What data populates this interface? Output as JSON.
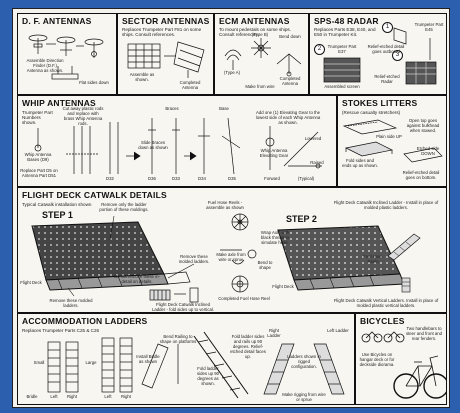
{
  "df": {
    "title": "D. F. ANTENNAS",
    "cap1": "Assemble Direction Finder (D.F.) Antenna as shown.",
    "cap2": "Flat sides down"
  },
  "sector": {
    "title": "SECTOR ANTENNAS",
    "sub": "Replaces Trumpeter Part F81 on some ships. Consult references.",
    "cap1": "Assemble as shown.",
    "cap2": "Completed Antenna"
  },
  "ecm": {
    "title": "ECM ANTENNAS",
    "sub": "To mount pedestals on some ships. Consult references.",
    "typeB": "(Type B)",
    "typeA": "(Type A)",
    "bend": "Bend down",
    "completed": "Completed Antenna",
    "make": "Make from wire"
  },
  "sps": {
    "title": "SPS-48 RADAR",
    "sub": "Replaces Parts E38, E40, and E50 in Trumpeter Kit.",
    "trump1": "Trumpeter Part E37",
    "trump2": "Trumpeter Part E45",
    "etched": "Relief-etched detail goes outboard",
    "radar": "Relief-etched Radar",
    "assembled": "Assembled screen",
    "n1": "1",
    "n2": "2",
    "n3": "3"
  },
  "whip": {
    "title": "WHIP ANTENNAS",
    "trump": "Trumpeter Part Numbers shown.",
    "cut": "Cut away plastic rods and replace with brass Whip Antenna rods.",
    "bases": "Whip Antenna Bases (D9)",
    "replace": "Replace Part D5 on Antenna Part D51",
    "slide": "Slide Braces down as shown",
    "add": "Add one (1) Elevating Gear to the lowest side of each Whip Antenna as shown.",
    "gear": "Whip Antenna Elevating Gear",
    "lowered": "Lowered",
    "raised": "Raised",
    "forward": "Forward",
    "typical": "(Typical)",
    "braces": "Braces",
    "base": "Base",
    "p1": "D32",
    "p2": "D33",
    "p3": "D34",
    "p4": "D35",
    "p5": "D36"
  },
  "stokes": {
    "title": "STOKES LITTERS",
    "sub": "(Rescue casualty stretchers)",
    "cap1": "Open top goes against bulkhead when stowed.",
    "cap2": "Fold sides and ends up as shown.",
    "cap3": "Relief-etched detail goes on bottom.",
    "side": "Plain side UP",
    "etch": "Etched side DOWN"
  },
  "catwalk": {
    "title": "FLIGHT DECK CATWALK DETAILS",
    "sub": "Typical Catwalk installation shown",
    "step1": "STEP 1",
    "step2": "STEP 2",
    "remove1": "Remove only the ladder portion of these moldings.",
    "remove2": "Remove these molded ladders.",
    "notremove": "Do not remove these in-detail on details.",
    "remove3": "Remove these molded ladders.",
    "flight": "Flight Deck",
    "fuel": "Fuel Hose Reels - assemble as shown",
    "wrap": "Wrap Axle with black thread to simulate hose.",
    "makeA": "Make axle from wire or sprue",
    "bend": "Bend to shape",
    "completed": "Completed Fuel Hose Reel",
    "inclined1": "Flight Deck Catwalk Inclined Ladder - fold sides up to vertical.",
    "inclined2": "Flight Deck Catwalk Inclined Ladder - Install in place of molded plastic ladders.",
    "vertical": "Flight Deck Catwalk Vertical Ladders. Install in place of molded plastic vertical ladders.",
    "reels": "Fuel Hose Reels",
    "flight2": "Flight Deck"
  },
  "accommodation": {
    "title": "ACCOMMODATION LADDERS",
    "sub": "Replaces Trumpeter Parts C25 & C26",
    "small": "Small",
    "large": "Large",
    "left1": "Left",
    "right1": "Right",
    "left2": "Left",
    "right2": "Right",
    "bend": "Bend Railing to shape on platforms",
    "install": "Install Bridle as shown",
    "fold": "Fold ladder sides and rails up 90 degrees. Relief-etched detail faces up.",
    "fold2": "Fold ladder sides up 90 degrees as shown.",
    "bridle": "Bridle",
    "rightL": "Right Ladder",
    "leftL": "Left Ladder",
    "ladders": "Ladders shown in rigged configuration.",
    "make": "Make rigging from wire or sprue"
  },
  "bicycles": {
    "title": "BICYCLES",
    "sub": "Two handlebars to steer and front and rear fenders.",
    "cap": "Use Bicycles on hangar deck or for deckside diorama."
  }
}
